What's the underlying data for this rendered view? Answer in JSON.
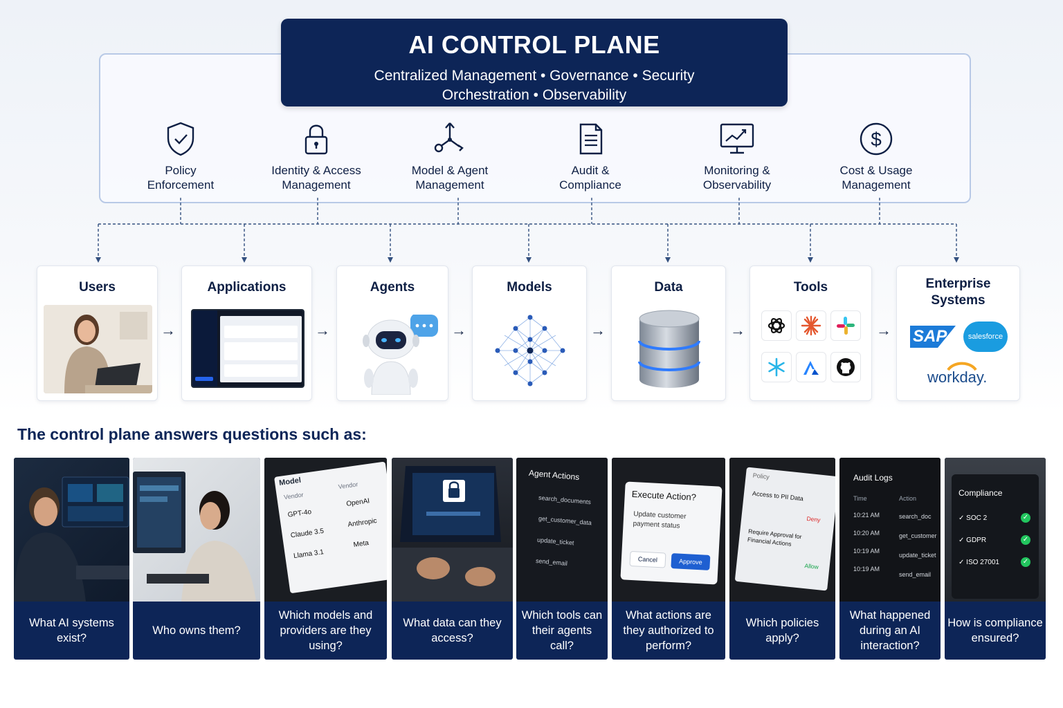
{
  "header": {
    "title": "AI CONTROL PLANE",
    "subtitle_line1": "Centralized Management • Governance • Security",
    "subtitle_line2": "Orchestration • Observability"
  },
  "capabilities": [
    {
      "label": "Policy\nEnforcement",
      "icon": "shield-check-icon"
    },
    {
      "label": "Identity & Access\nManagement",
      "icon": "lock-icon"
    },
    {
      "label": "Model & Agent\nManagement",
      "icon": "network-branch-icon"
    },
    {
      "label": "Audit &\nCompliance",
      "icon": "document-icon"
    },
    {
      "label": "Monitoring &\nObservability",
      "icon": "monitor-chart-icon"
    },
    {
      "label": "Cost & Usage\nManagement",
      "icon": "dollar-circle-icon"
    }
  ],
  "components": [
    {
      "label": "Users"
    },
    {
      "label": "Applications"
    },
    {
      "label": "Agents"
    },
    {
      "label": "Models"
    },
    {
      "label": "Data"
    },
    {
      "label": "Tools"
    },
    {
      "label": "Enterprise\nSystems"
    }
  ],
  "enterprise_logos": {
    "sap": "SAP",
    "salesforce": "salesforce",
    "workday": "workday."
  },
  "questions_heading": "The control plane answers questions such as:",
  "questions": [
    {
      "text": "What AI systems exist?"
    },
    {
      "text": "Who owns them?"
    },
    {
      "text": "Which models and providers are they using?"
    },
    {
      "text": "What data can they access?"
    },
    {
      "text": "Which tools can their agents call?"
    },
    {
      "text": "What actions are they authorized to perform?"
    },
    {
      "text": "Which policies apply?"
    },
    {
      "text": "What happened during an AI interaction?"
    },
    {
      "text": "How is compliance ensured?"
    }
  ],
  "models_screen": {
    "col1": "Model",
    "col2": "Vendor",
    "col2b": "Vendor",
    "rows": [
      {
        "model": "GPT-4o",
        "vendor": "OpenAI"
      },
      {
        "model": "Claude 3.5",
        "vendor": "Anthropic"
      },
      {
        "model": "Llama 3.1",
        "vendor": "Meta"
      }
    ]
  },
  "agent_actions_screen": {
    "title": "Agent Actions",
    "items": [
      "search_documents",
      "get_customer_data",
      "update_ticket",
      "send_email"
    ]
  },
  "execute_dialog": {
    "title": "Execute Action?",
    "body": "Update customer payment status",
    "cancel": "Cancel",
    "approve": "Approve"
  },
  "policy_screen": {
    "title": "Policy",
    "rule1": "Access to PII Data",
    "rule1_action": "Deny",
    "rule2": "Require Approval for Financial Actions",
    "rule2_action": "Allow"
  },
  "audit_screen": {
    "title": "Audit Logs",
    "col_time": "Time",
    "col_action": "Action",
    "rows": [
      {
        "time": "10:21 AM",
        "action": "search_doc"
      },
      {
        "time": "10:20 AM",
        "action": "get_customer"
      },
      {
        "time": "10:19 AM",
        "action": "update_ticket"
      },
      {
        "time": "10:19 AM",
        "action": "send_email"
      }
    ]
  },
  "compliance_screen": {
    "title": "Compliance",
    "items": [
      "SOC 2",
      "GDPR",
      "ISO 27001"
    ]
  },
  "colors": {
    "navy": "#0d2557",
    "accent": "#1f4fa8",
    "check_green": "#22c55e",
    "deny_red": "#dc2626"
  }
}
